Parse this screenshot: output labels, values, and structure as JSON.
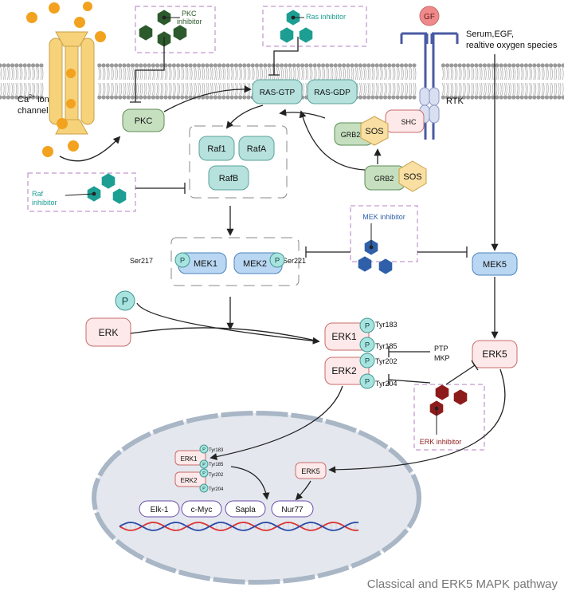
{
  "title": "Classical and ERK5 MAPK pathway",
  "colors": {
    "teal_box_fill": "#b6e1dd",
    "teal_box_stroke": "#5aa39b",
    "mek_fill": "#b9d7f2",
    "mek_stroke": "#4a82bf",
    "erk_fill": "#fde9e9",
    "erk_stroke": "#c96b6b",
    "grb2_fill": "#c6dfbf",
    "grb2_stroke": "#5e8c55",
    "sos_fill": "#f9dfa2",
    "sos_stroke": "#c9a24a",
    "phospho_fill": "#a9e3df",
    "phospho_stroke": "#3e9a91",
    "inhibitor_box": "#b47fc6",
    "pkc_hex": "#2c5a2c",
    "ras_hex": "#1c9e93",
    "raf_hex": "#1c9e93",
    "mek_hex": "#2f5fa8",
    "erk_hex": "#8e1b1b",
    "calcium": "#f2a21e",
    "gf_fill": "#f08a8a",
    "rtk": "#4a5aa3",
    "nucleus_fill": "#e4e8ee",
    "nucleus_stroke": "#a9b6c6",
    "tf_stroke": "#6a4aa8",
    "dna_red": "#d33",
    "dna_blue": "#2b4aa8",
    "membrane": "#9a9a9a"
  },
  "labels": {
    "ca_ion_base": "Ca",
    "ca_ion_sup": "2+",
    "ca_ion_rest": " ion",
    "channel": "channel",
    "pkc_inhibitor_l1": "PKC",
    "pkc_inhibitor_l2": "inhibitor",
    "ras_inhibitor": "Ras inhibitor",
    "gf": "GF",
    "serum_l1": "Serum,EGF,",
    "serum_l2": "realtive oxygen species",
    "rtk": "RTK",
    "ras_gtp": "RAS-GTP",
    "ras_gdp": "RAS-GDP",
    "pkc": "PKC",
    "shc": "SHC",
    "grb2": "GRB2",
    "sos": "SOS",
    "raf1": "Raf1",
    "rafa": "RafA",
    "rafb": "RafB",
    "raf_inhibitor_l1": "Raf",
    "raf_inhibitor_l2": "inhibitor",
    "mek_inhibitor": "MEK inhibitor",
    "ser217": "Ser217",
    "ser221": "Ser221",
    "mek1": "MEK1",
    "mek2": "MEK2",
    "mek5": "MEK5",
    "p": "P",
    "erk": "ERK",
    "erk1": "ERK1",
    "erk2": "ERK2",
    "erk5": "ERK5",
    "tyr183": "Tyr183",
    "tyr185": "Tyr185",
    "tyr202": "Tyr202",
    "tyr204": "Tyr204",
    "ptp": "PTP",
    "mkp": "MKP",
    "erk_inhibitor": "ERK inhibitor",
    "elk1": "Elk-1",
    "cmyc": "c-Myc",
    "sapla": "Sapla",
    "nur77": "Nur77"
  }
}
